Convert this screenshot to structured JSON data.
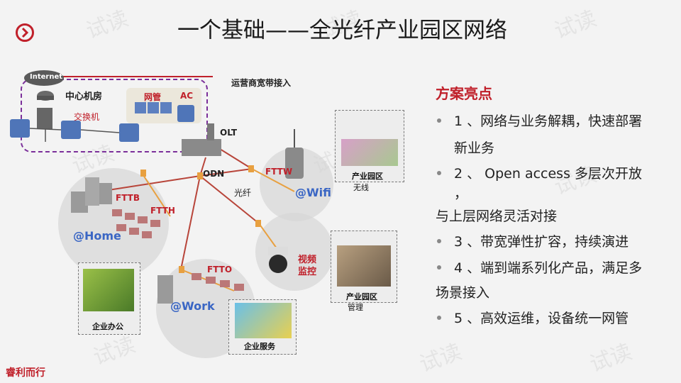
{
  "slide": {
    "title": "一个基础——全光纤产业园区网络",
    "footer": "睿利而行",
    "watermark": "试读"
  },
  "diagram": {
    "internet": "Internet",
    "central_room": "中心机房",
    "switch": "交换机",
    "netmgmt": "网管",
    "ac": "AC",
    "operator_access": "运营商宽带接入",
    "olt": "OLT",
    "odn": "ODN",
    "fiber": "光纤",
    "fttb": "FTTB",
    "ftth": "FTTH",
    "ftto": "FTTO",
    "fttw": "FTTW",
    "home": "@Home",
    "work": "@Work",
    "wifi": "@Wifi",
    "video_line1": "视频",
    "video_line2": "监控",
    "park_wireless_line1": "产业园区",
    "park_wireless_line2": "无线",
    "park_mgmt_line1": "产业园区",
    "park_mgmt_line2": "管理",
    "enterprise_office": "企业办公",
    "enterprise_service": "企业服务"
  },
  "highlights": {
    "title": "方案亮点",
    "lines": [
      "1 、网络与业务解耦，快速部署",
      "新业务",
      "2 、 Open access 多层次开放",
      "，",
      "与上层网络灵活对接",
      "3 、带宽弹性扩容，持续演进",
      "4 、端到端系列化产品，满足多",
      "场景接入",
      "5 、高效运维，设备统一网管"
    ]
  },
  "colors": {
    "accent_red": "#c0202a",
    "label_blue": "#3a66c4",
    "dashed_purple": "#7b2f9a",
    "fiber_red": "#b8453a",
    "fiber_orange": "#e8a040"
  },
  "icons": [
    "logo-chevron-icon",
    "cloud-icon",
    "router-icon",
    "switch-icon",
    "server-icon",
    "ap-icon",
    "camera-icon",
    "building-icon"
  ]
}
